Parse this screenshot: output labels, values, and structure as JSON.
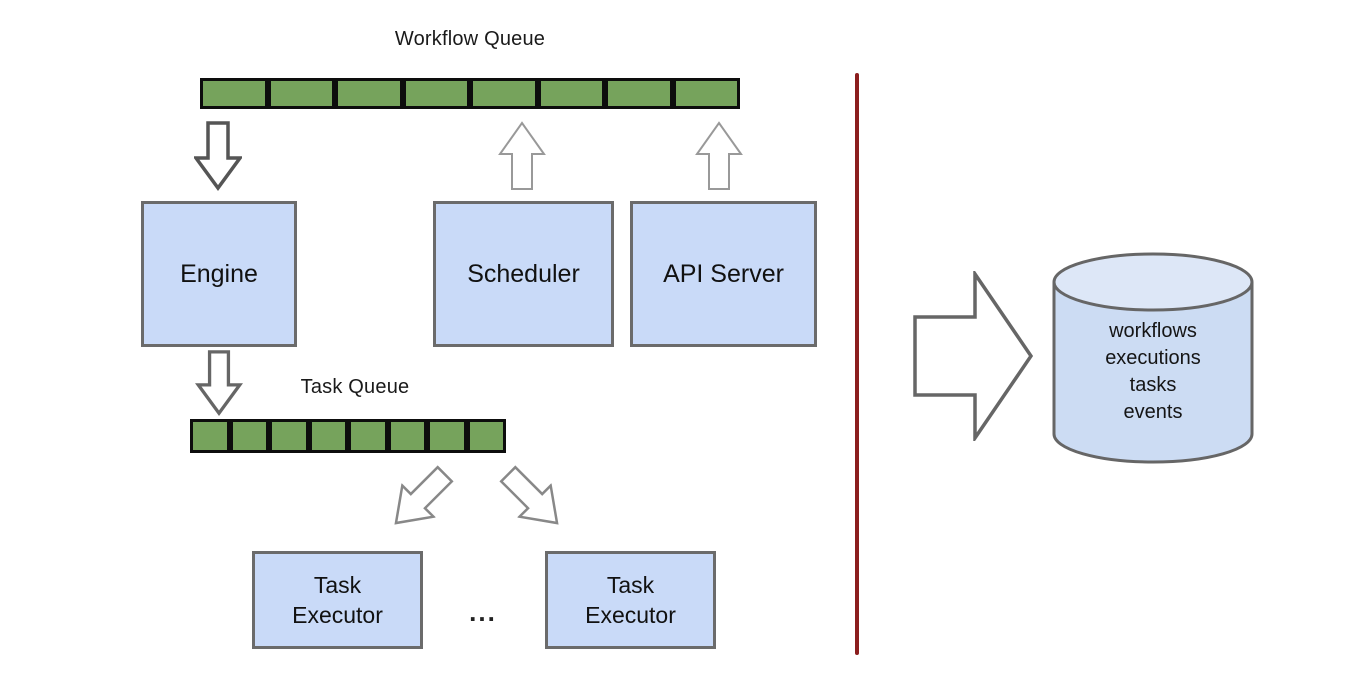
{
  "queues": {
    "workflow": {
      "label": "Workflow Queue",
      "segments": 8
    },
    "task": {
      "label": "Task Queue",
      "segments": 8
    }
  },
  "boxes": {
    "engine": "Engine",
    "scheduler": "Scheduler",
    "api_server": "API Server",
    "executor1": "Task Executor",
    "executor2": "Task Executor",
    "ellipsis": "..."
  },
  "database": {
    "labels": [
      "workflows",
      "executions",
      "tasks",
      "events"
    ]
  },
  "colors": {
    "queue_green": "#76a35c",
    "box_blue": "#c9daf8",
    "db_blue": "#ccdcf3",
    "db_top_blue": "#dde7f7",
    "divider_red": "#8b1e1e"
  }
}
